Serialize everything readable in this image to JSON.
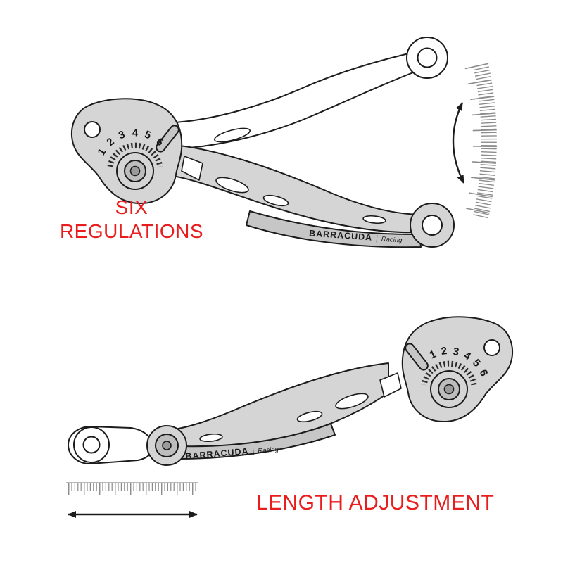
{
  "colors": {
    "accent_red": "#e91d1d",
    "lever_gray": "#d5d5d5",
    "lever_gray_dark": "#c6c6c6",
    "outline": "#1c1c1c",
    "tick_gray": "#8c8c8c"
  },
  "top_figure": {
    "caption_line1": "SIX",
    "caption_line2": "REGULATIONS",
    "dial_numbers": [
      "1",
      "2",
      "3",
      "4",
      "5",
      "6"
    ],
    "brand": "BARRACUDA",
    "brand_divider": "|",
    "brand_sub": "Racing"
  },
  "bottom_figure": {
    "caption": "LENGTH ADJUSTMENT",
    "dial_numbers": [
      "1",
      "2",
      "3",
      "4",
      "5",
      "6"
    ],
    "brand": "BARRACUDA",
    "brand_divider": "|",
    "brand_sub": "Racing"
  }
}
